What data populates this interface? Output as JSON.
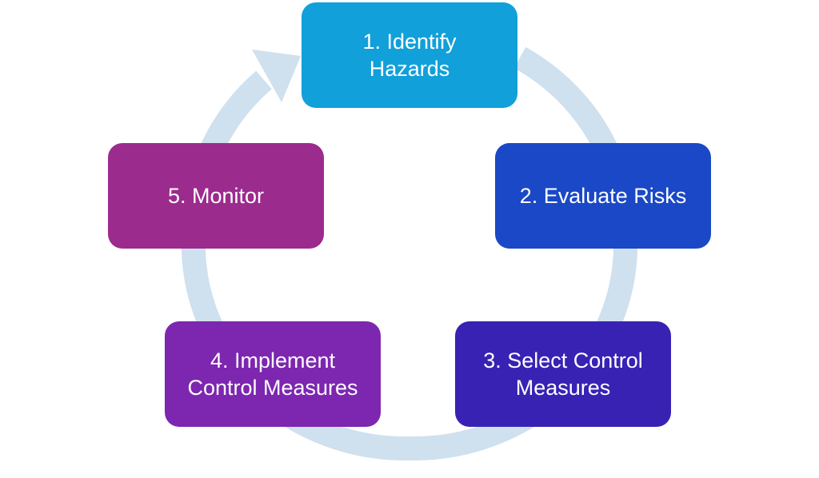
{
  "diagram": {
    "type": "cycle",
    "ring_color": "#cfe0ee",
    "steps": [
      {
        "label": "1. Identify\nHazards",
        "color": "#11a0da"
      },
      {
        "label": "2. Evaluate Risks",
        "color": "#1a48c6"
      },
      {
        "label": "3. Select Control\nMeasures",
        "color": "#3822b4"
      },
      {
        "label": "4. Implement\nControl Measures",
        "color": "#7d26b0"
      },
      {
        "label": "5. Monitor",
        "color": "#9c2b8e"
      }
    ]
  }
}
